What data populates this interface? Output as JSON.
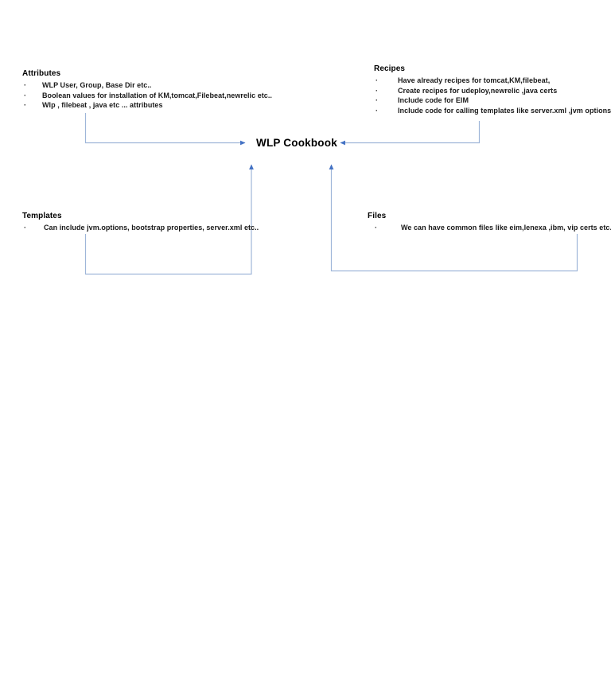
{
  "center": {
    "label": "WLP Cookbook"
  },
  "colors": {
    "line": "#9FB6D9",
    "arrowhead": "#4472C4",
    "text": "#000000"
  },
  "blocks": [
    {
      "id": "attributes",
      "title": "Attributes",
      "bullet_glyph": "·",
      "items": [
        "WLP User, Group, Base Dir etc..",
        "Boolean values for installation of KM,tomcat,Filebeat,newrelic etc..",
        "Wlp , filebeat , java etc ... attributes"
      ]
    },
    {
      "id": "recipes",
      "title": "Recipes",
      "bullet_glyph": "·",
      "items": [
        "Have already recipes for tomcat,KM,filebeat,",
        "Create recipes for udeploy,newrelic ,java certs",
        "Include code for EIM",
        "Include code for calling templates like server.xml ,jvm options etc.."
      ]
    },
    {
      "id": "templates",
      "title": "Templates",
      "bullet_glyph": "·",
      "items": [
        "Can include jvm.options, bootstrap properties, server.xml etc.."
      ]
    },
    {
      "id": "files",
      "title": "Files",
      "bullet_glyph": "·",
      "items": [
        "We can have common files like eim,lenexa ,ibm, vip certs etc.."
      ]
    }
  ],
  "connectors": [
    {
      "id": "attributes-to-center",
      "from": "attributes",
      "to": "center",
      "direction": "right"
    },
    {
      "id": "recipes-to-center",
      "from": "recipes",
      "to": "center",
      "direction": "left"
    },
    {
      "id": "templates-to-center",
      "from": "templates",
      "to": "center",
      "direction": "up"
    },
    {
      "id": "files-to-center",
      "from": "files",
      "to": "center",
      "direction": "up"
    }
  ]
}
